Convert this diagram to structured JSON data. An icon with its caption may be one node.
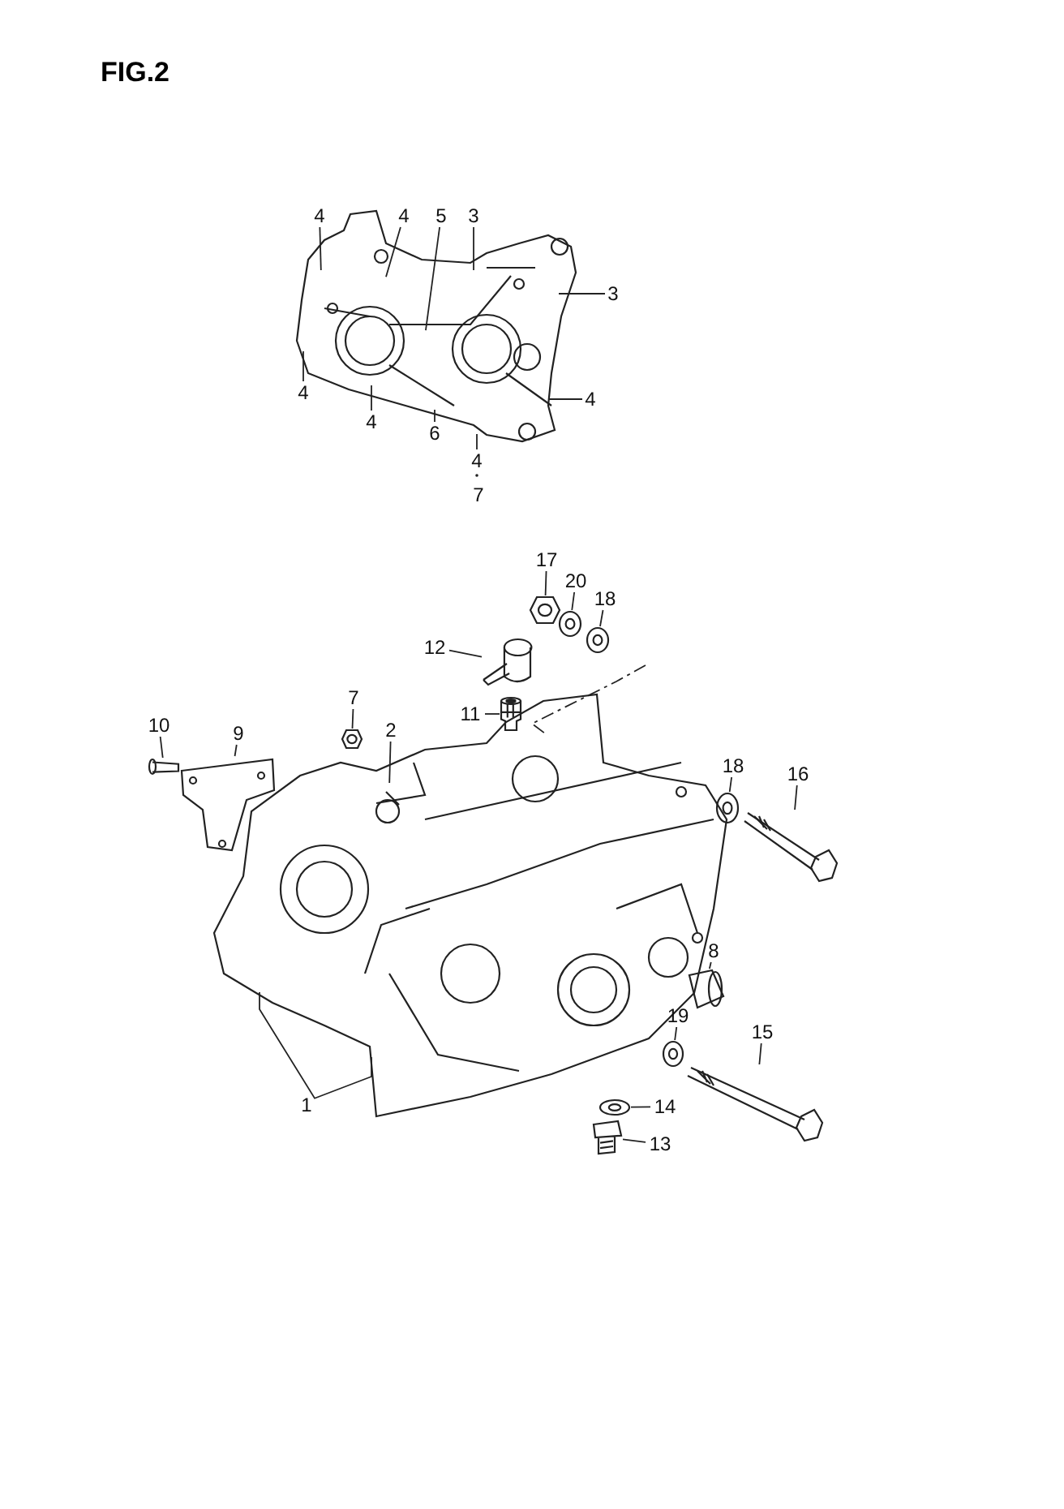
{
  "diagram": {
    "title": "FIG.2",
    "nodes": [
      {
        "text": [
          "4"
        ]
      },
      {
        "text": [
          "4"
        ]
      },
      {
        "text": [
          "5"
        ]
      },
      {
        "text": [
          "3"
        ]
      },
      {
        "text": [
          "3"
        ]
      },
      {
        "text": [
          "4"
        ]
      },
      {
        "text": [
          "4"
        ]
      },
      {
        "text": [
          "6"
        ]
      },
      {
        "text": [
          "4"
        ]
      },
      {
        "text": [
          "4"
        ]
      },
      {
        "text": [
          "17"
        ]
      },
      {
        "text": [
          "20"
        ]
      },
      {
        "text": [
          "18"
        ]
      },
      {
        "text": [
          "12"
        ]
      },
      {
        "text": [
          "11"
        ]
      },
      {
        "text": [
          "7"
        ]
      },
      {
        "text": [
          "10"
        ]
      },
      {
        "text": [
          "9"
        ]
      },
      {
        "text": [
          "2"
        ]
      },
      {
        "text": [
          "18"
        ]
      },
      {
        "text": [
          "16"
        ]
      },
      {
        "text": [
          "8"
        ]
      },
      {
        "text": [
          "19"
        ]
      },
      {
        "text": [
          "15"
        ]
      },
      {
        "text": [
          "1"
        ]
      },
      {
        "text": [
          "14"
        ]
      },
      {
        "text": [
          "13"
        ]
      },
      {
        "text": [],
        "shape": "picture"
      },
      {
        "text": [],
        "shape": "picture"
      },
      {
        "text": [],
        "shape": "picture"
      },
      {
        "text": [],
        "shape": "picture"
      },
      {
        "text": [],
        "shape": "picture"
      },
      {
        "text": [],
        "shape": "picture"
      },
      {
        "text": [],
        "shape": "picture"
      },
      {
        "text": [],
        "shape": "picture"
      },
      {
        "text": [],
        "shape": "picture"
      },
      {
        "text": [],
        "shape": "picture"
      },
      {
        "text": [],
        "shape": "picture"
      },
      {
        "text": [],
        "shape": "picture"
      },
      {
        "text": [],
        "shape": "picture"
      },
      {
        "text": [],
        "shape": "picture"
      },
      {
        "text": [],
        "shape": "picture"
      }
    ],
    "edges": [
      {
        "from": 0,
        "to": null,
        "arrow": "none"
      },
      {
        "from": 1,
        "to": null,
        "arrow": "none"
      },
      {
        "from": 2,
        "to": null,
        "arrow": "none"
      },
      {
        "from": 3,
        "to": null,
        "arrow": "none"
      },
      {
        "from": 4,
        "to": null,
        "arrow": "none"
      },
      {
        "from": 5,
        "to": null,
        "arrow": "none"
      },
      {
        "from": 6,
        "to": null,
        "arrow": "none"
      },
      {
        "from": 7,
        "to": null,
        "arrow": "none"
      },
      {
        "from": 8,
        "to": null,
        "arrow": "none"
      },
      {
        "from": 9,
        "to": null,
        "arrow": "none"
      },
      {
        "from": 10,
        "to": 27,
        "arrow": "none"
      },
      {
        "from": 11,
        "to": 28,
        "arrow": "none"
      },
      {
        "from": 12,
        "to": 29,
        "arrow": "none"
      },
      {
        "from": 13,
        "to": 30,
        "arrow": "none"
      },
      {
        "from": 14,
        "to": 31,
        "arrow": "none"
      },
      {
        "from": 15,
        "to": 32,
        "arrow": "none"
      },
      {
        "from": 16,
        "to": 33,
        "arrow": "none"
      },
      {
        "from": 17,
        "to": 34,
        "arrow": "none"
      },
      {
        "from": 18,
        "to": null,
        "arrow": "none"
      },
      {
        "from": 19,
        "to": 35,
        "arrow": "none"
      },
      {
        "from": 20,
        "to": 36,
        "arrow": "none"
      },
      {
        "from": 21,
        "to": 37,
        "arrow": "none"
      },
      {
        "from": 22,
        "to": 38,
        "arrow": "none"
      },
      {
        "from": 23,
        "to": 39,
        "arrow": "none"
      },
      {
        "from": 24,
        "to": null,
        "arrow": "none"
      },
      {
        "from": 25,
        "to": 40,
        "arrow": "none"
      },
      {
        "from": 26,
        "to": 41,
        "arrow": "none"
      }
    ],
    "labels": [
      "7"
    ]
  }
}
